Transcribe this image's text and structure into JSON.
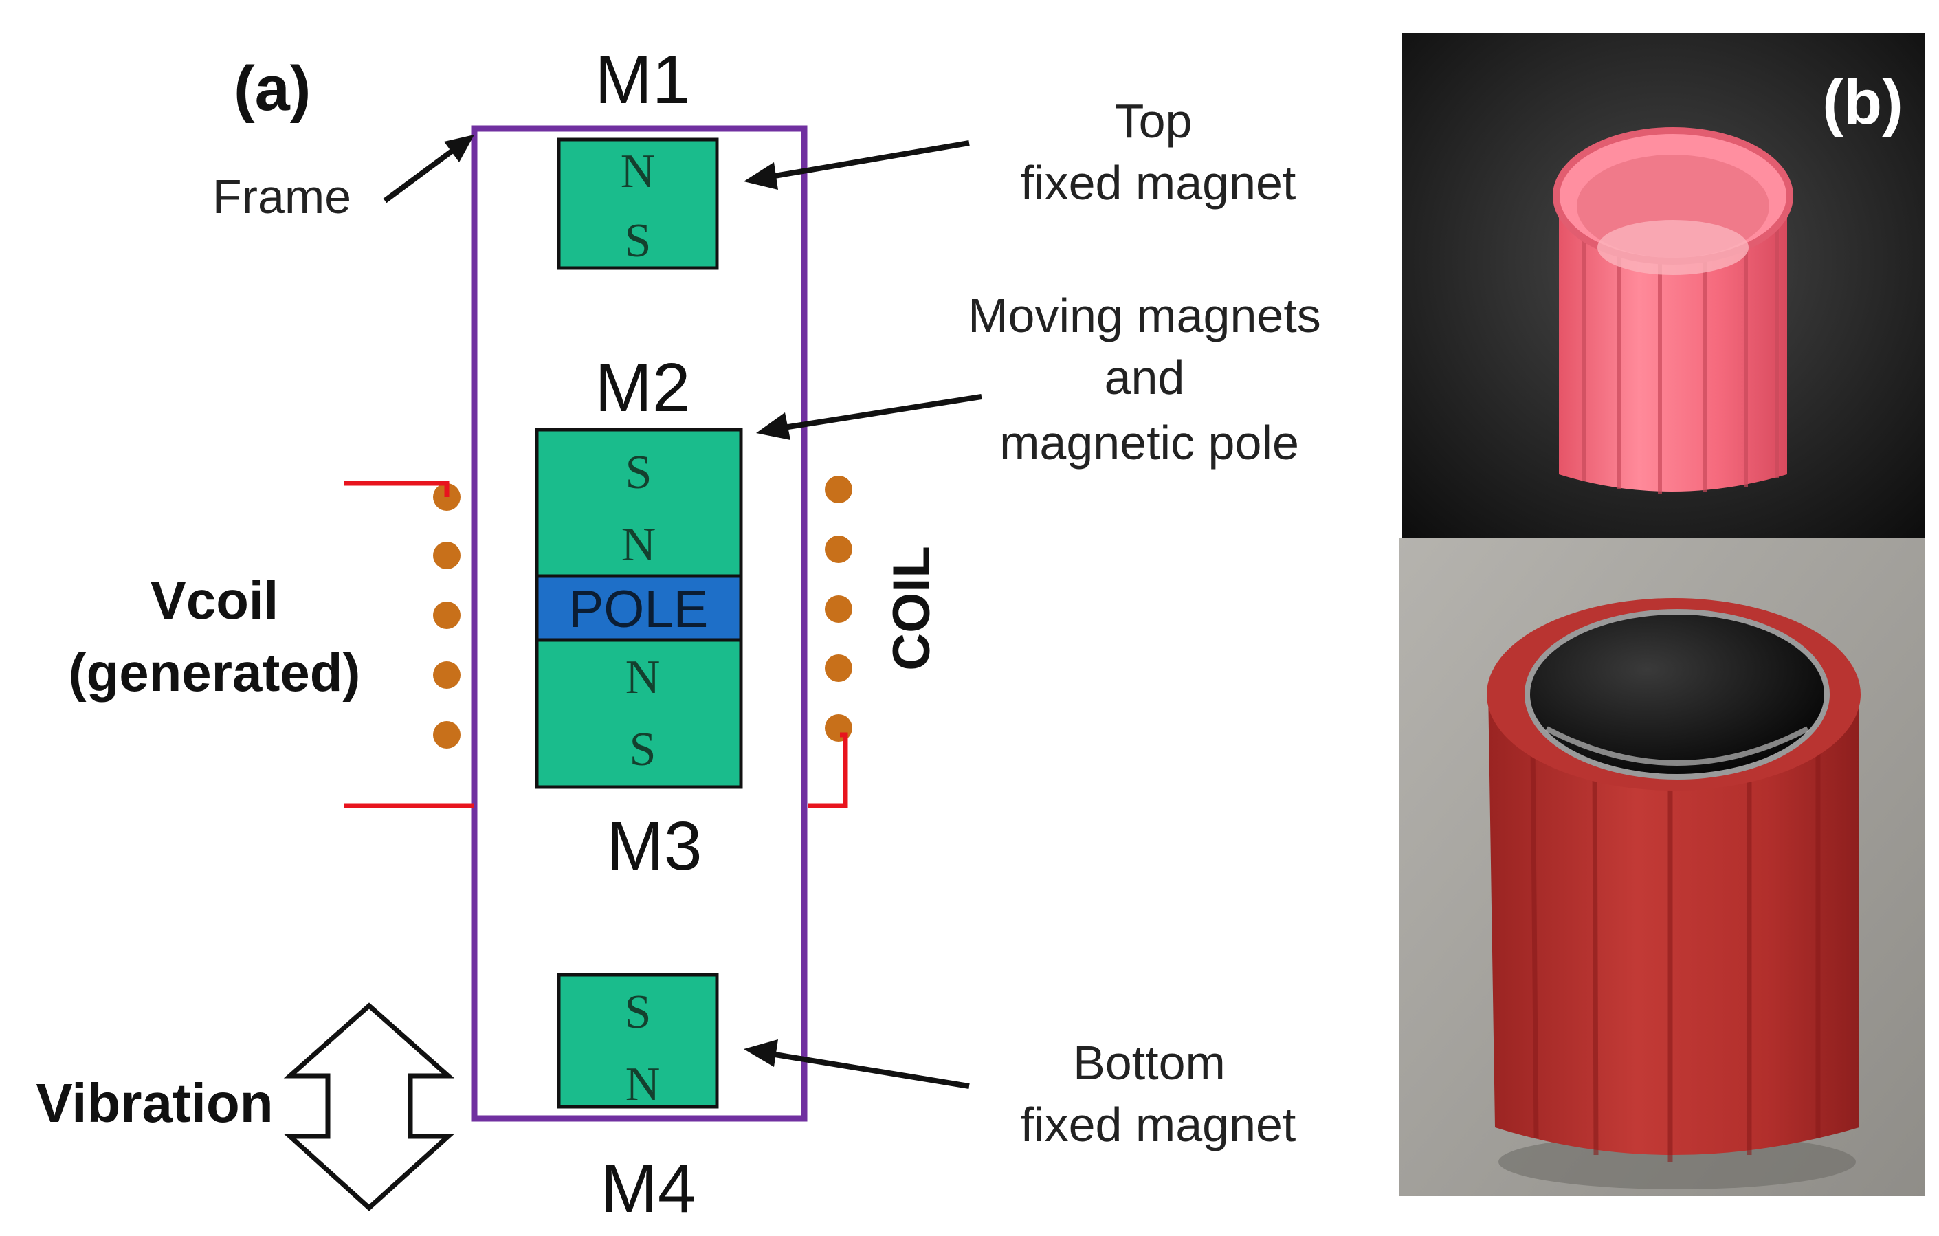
{
  "panel_a": {
    "label": "(a)",
    "magnet_labels": {
      "m1": "M1",
      "m2": "M2",
      "m3": "M3",
      "m4": "M4"
    },
    "poles": {
      "m1_top": "N",
      "m1_bottom": "S",
      "m2_top": "S",
      "m2_bottom": "N",
      "pole_piece": "POLE",
      "m3_top": "N",
      "m3_bottom": "S",
      "m4_top": "S",
      "m4_bottom": "N"
    },
    "annotations": {
      "frame": "Frame",
      "top_fixed_magnet": [
        "Top",
        "fixed magnet"
      ],
      "moving_magnets": [
        "Moving magnets",
        "and",
        "magnetic pole"
      ],
      "bottom_fixed_magnet": [
        "Bottom",
        "fixed magnet"
      ],
      "vcoil": [
        "Vcoil",
        "(generated)"
      ],
      "coil": "COIL",
      "vibration": "Vibration"
    },
    "colors": {
      "frame": "#7030A0",
      "magnet": "#1ABC8C",
      "pole": "#1E6FC8",
      "coil_dots": "#C8701A",
      "wire": "#E8141E"
    }
  },
  "panel_b": {
    "label": "(b)",
    "photos": [
      "pink-3d-printed-holder-empty",
      "red-3d-printed-holder-with-magnet"
    ],
    "colors": {
      "pink_part": "#F26A7E",
      "red_part": "#B5302E"
    }
  }
}
